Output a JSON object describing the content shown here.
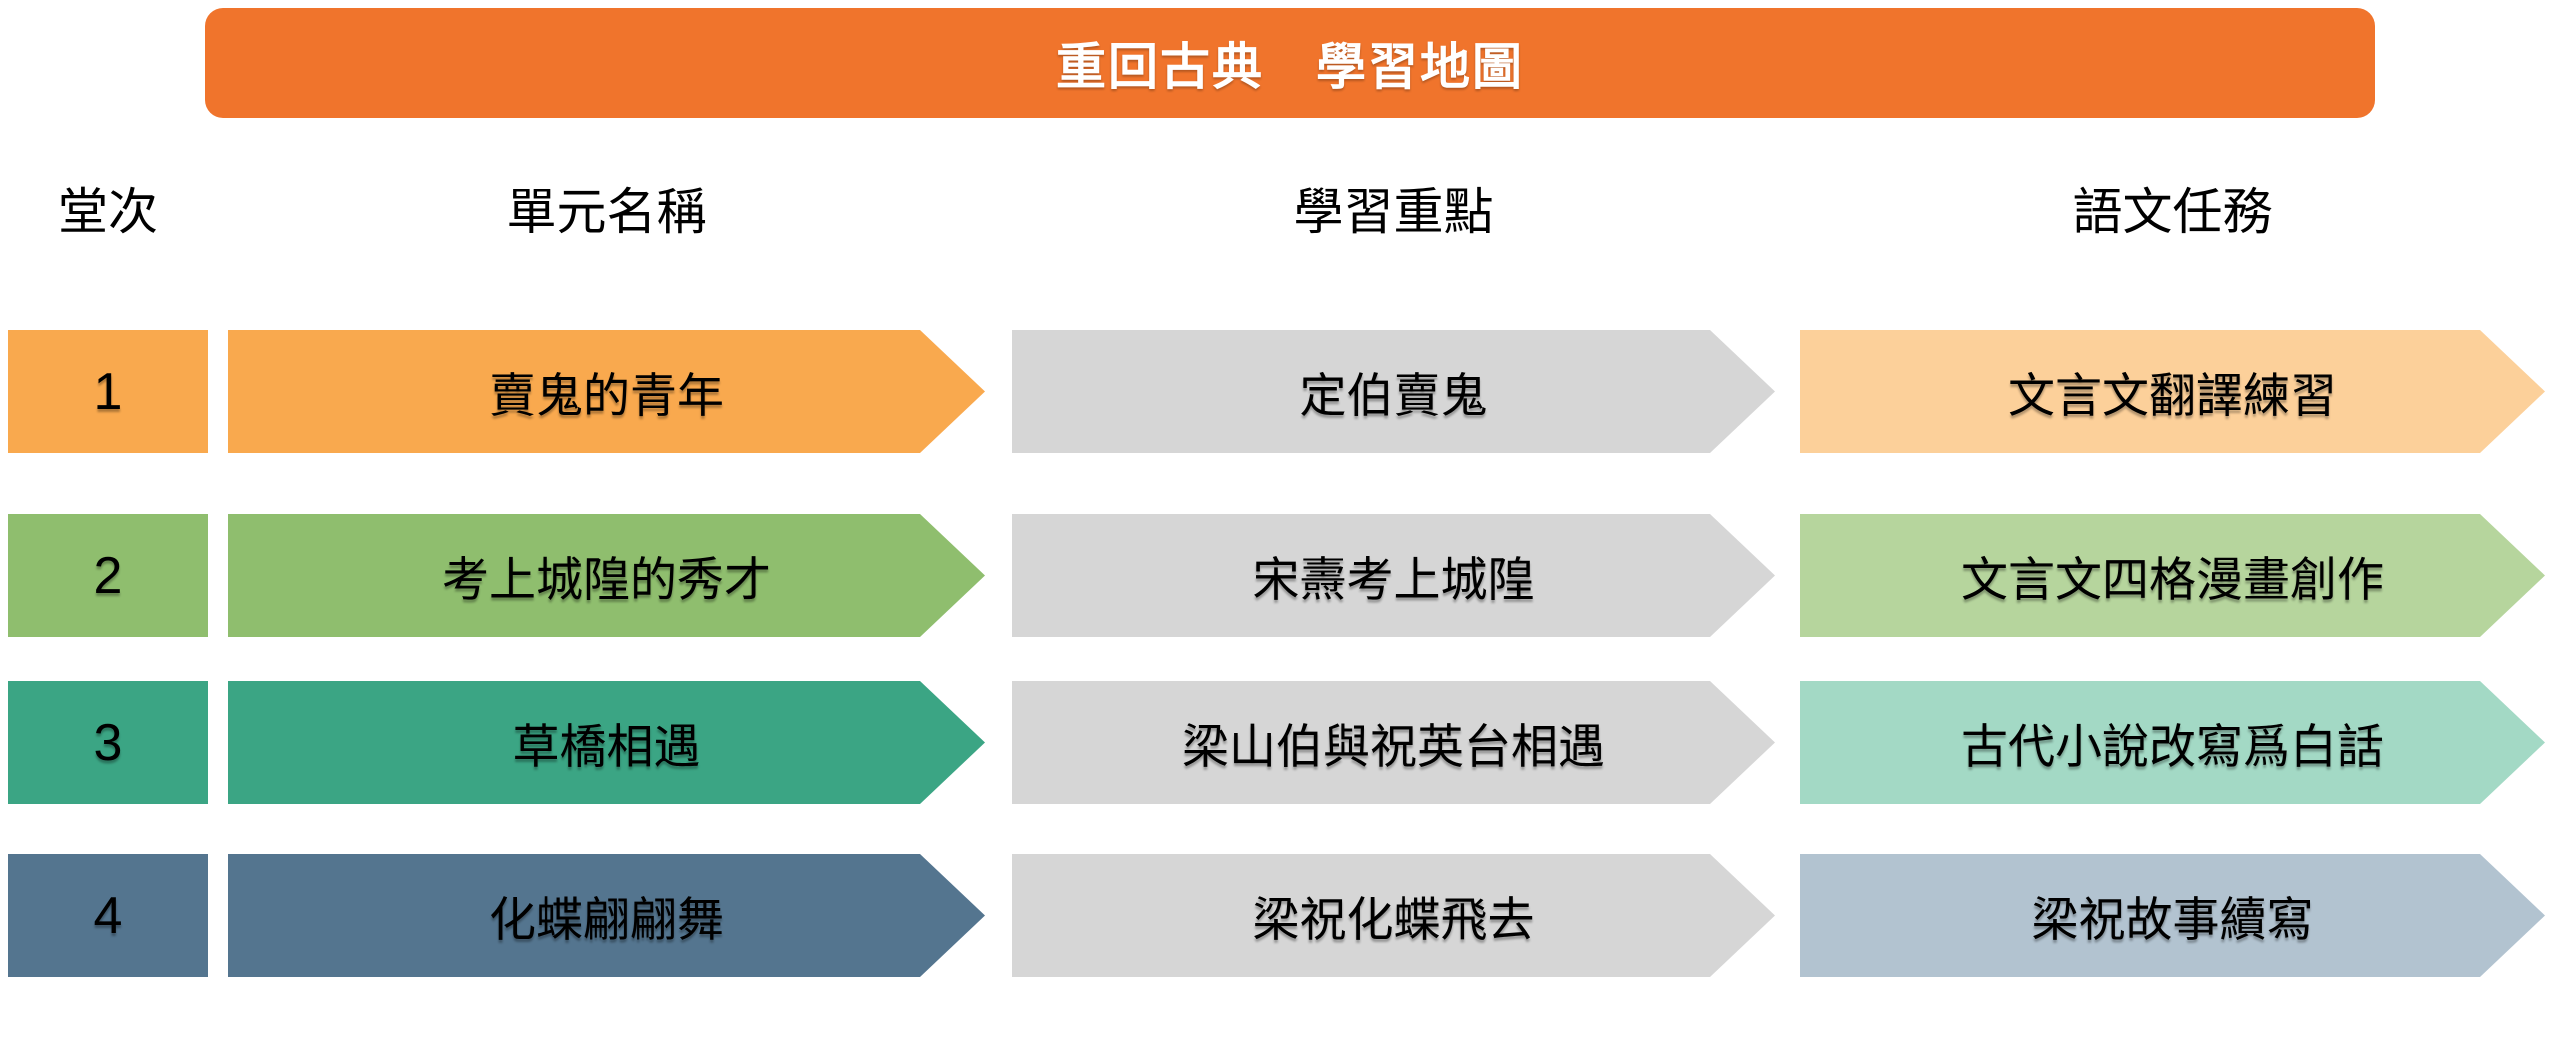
{
  "title": {
    "text": "重回古典　學習地圖",
    "bg": "#F0742C",
    "text_color": "#FFFFFF"
  },
  "column_headers": [
    {
      "label": "堂次"
    },
    {
      "label": "單元名稱"
    },
    {
      "label": "學習重點"
    },
    {
      "label": "語文任務"
    }
  ],
  "colors": {
    "focus_gray": "#D6D6D6",
    "text": "#000000",
    "background": "#FFFFFF"
  },
  "rows": [
    {
      "session": "1",
      "unit": "賣鬼的青年",
      "focus": "定伯賣鬼",
      "task": "文言文翻譯練習",
      "colors": {
        "main": "#F9A94E",
        "task": "#FCD09A"
      }
    },
    {
      "session": "2",
      "unit": "考上城隍的秀才",
      "focus": "宋燾考上城隍",
      "task": "文言文四格漫畫創作",
      "colors": {
        "main": "#8FBE6E",
        "task": "#B6D59D"
      }
    },
    {
      "session": "3",
      "unit": "草橋相遇",
      "focus": "梁山伯與祝英台相遇",
      "task": "古代小說改寫爲白話",
      "colors": {
        "main": "#3BA584",
        "task": "#A3D9C5"
      }
    },
    {
      "session": "4",
      "unit": "化蝶翩翩舞",
      "focus": "梁祝化蝶飛去",
      "task": "梁祝故事續寫",
      "colors": {
        "main": "#54758F",
        "task": "#B2C3D0"
      }
    }
  ]
}
